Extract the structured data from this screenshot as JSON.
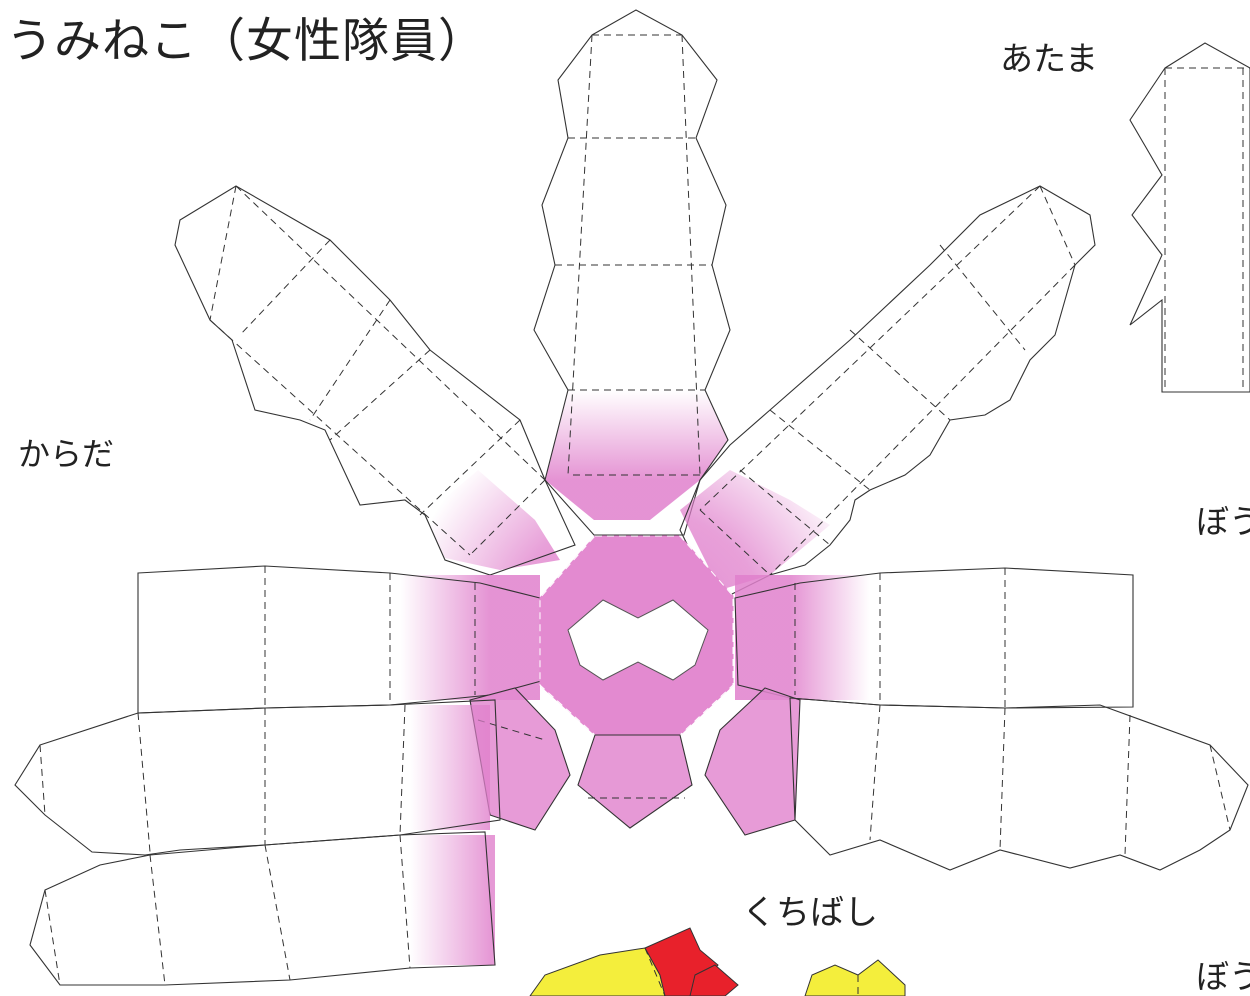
{
  "title": "うみねこ（女性隊員）",
  "labels": {
    "head": "あたま",
    "body": "からだ",
    "beak": "くちばし",
    "hat_1": "ぼう",
    "hat_2": "ぼう"
  },
  "colors": {
    "body_tint": "#e080cc",
    "beak_yellow": "#f4ee3c",
    "beak_red": "#e8212b",
    "line": "#333333"
  }
}
